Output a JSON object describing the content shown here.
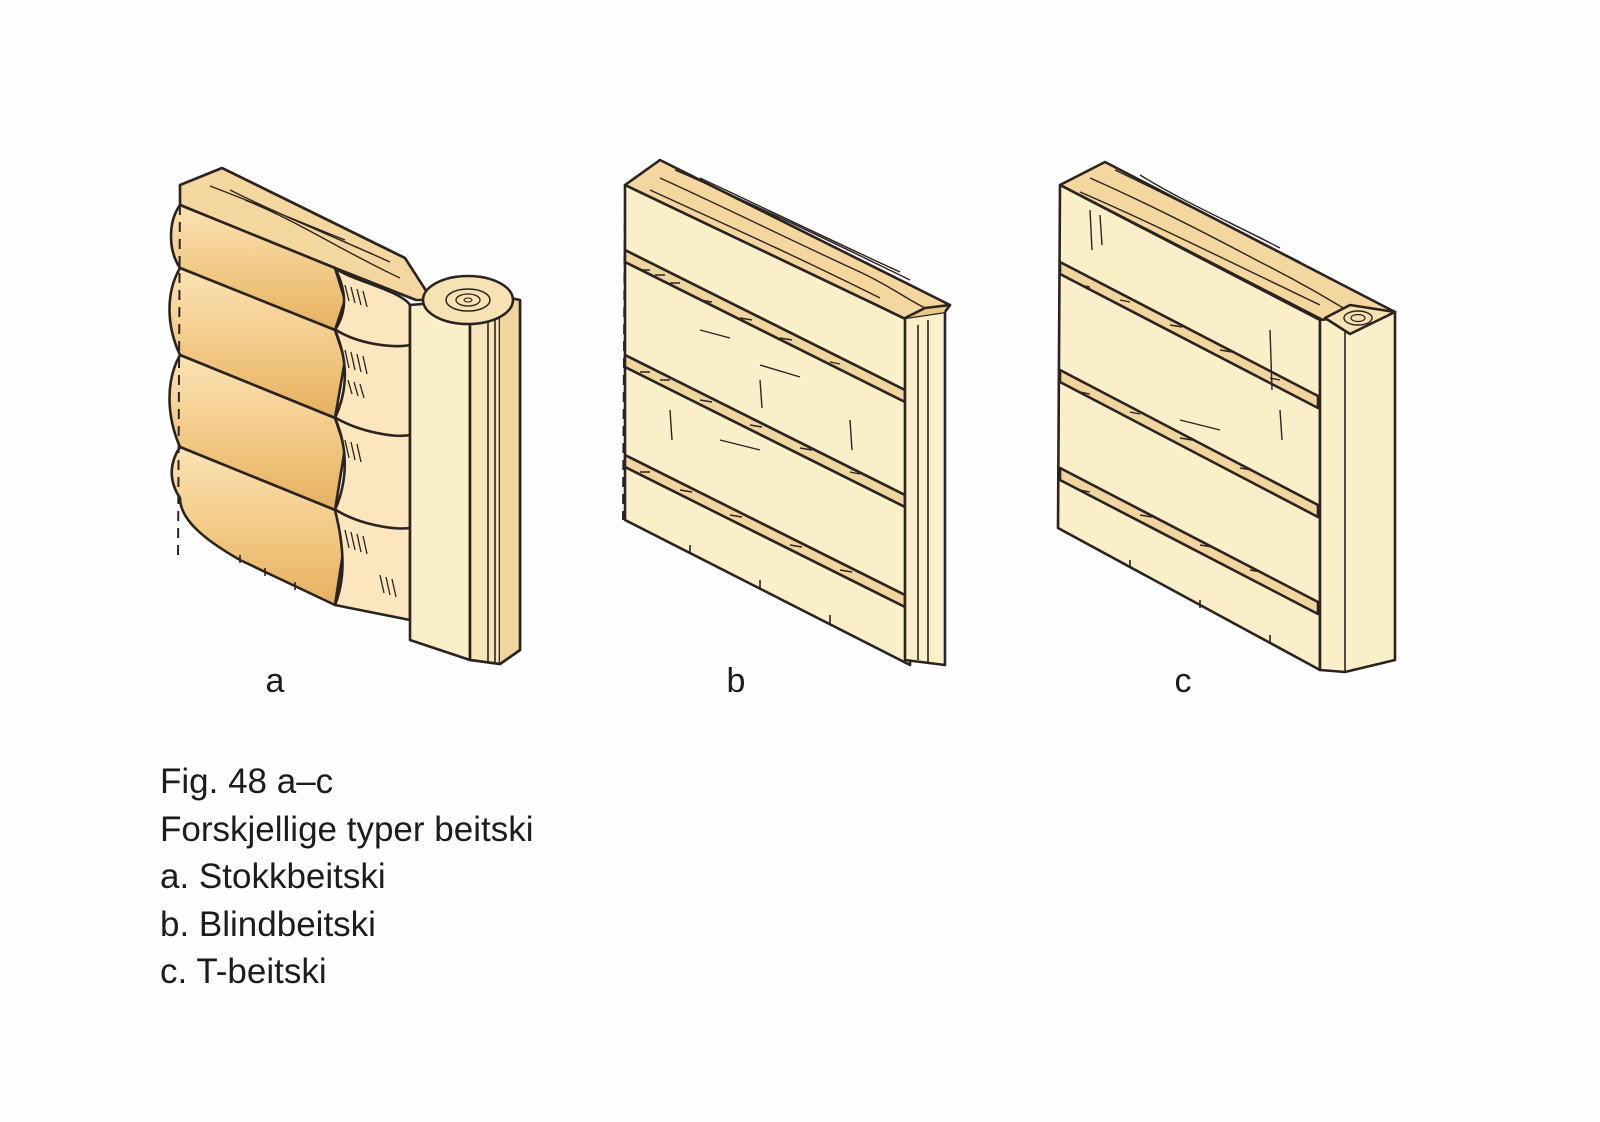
{
  "panels": {
    "a": {
      "label": "a"
    },
    "b": {
      "label": "b"
    },
    "c": {
      "label": "c"
    }
  },
  "caption": {
    "figure_number": "Fig. 48 a–c",
    "title": "Forskjellige typer beitski",
    "items": [
      "a. Stokkbeitski",
      "b. Blindbeitski",
      "c. T-beitski"
    ]
  },
  "colors": {
    "log_dark": "#e8b76a",
    "log_light": "#fbe3b4",
    "plank": "#fbefc9",
    "top_face": "#f3d79e",
    "end_grain": "#f7e2b3",
    "ink": "#2a2320"
  }
}
